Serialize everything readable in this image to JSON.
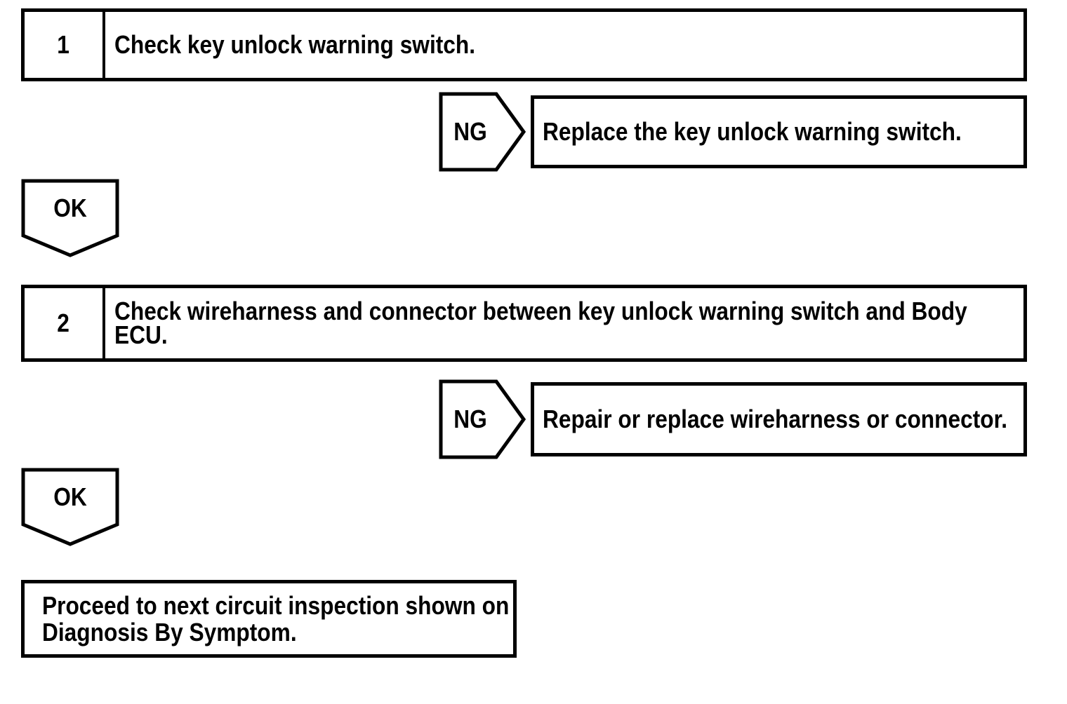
{
  "colors": {
    "ink": "#000000",
    "paper": "#ffffff"
  },
  "flowchart": {
    "steps": [
      {
        "number": "1",
        "title_lines": [
          "Check key unlock warning switch."
        ],
        "ng_label": "NG",
        "ng_action_lines": [
          "Replace the key unlock warning switch."
        ],
        "ok_label": "OK"
      },
      {
        "number": "2",
        "title_lines": [
          "Check wireharness and connector between key unlock warning switch and Body",
          "ECU."
        ],
        "ng_label": "NG",
        "ng_action_lines": [
          "Repair or replace wireharness or connector."
        ],
        "ok_label": "OK"
      }
    ],
    "terminal_lines": [
      "Proceed to next circuit inspection shown on",
      "Diagnosis By Symptom."
    ]
  }
}
